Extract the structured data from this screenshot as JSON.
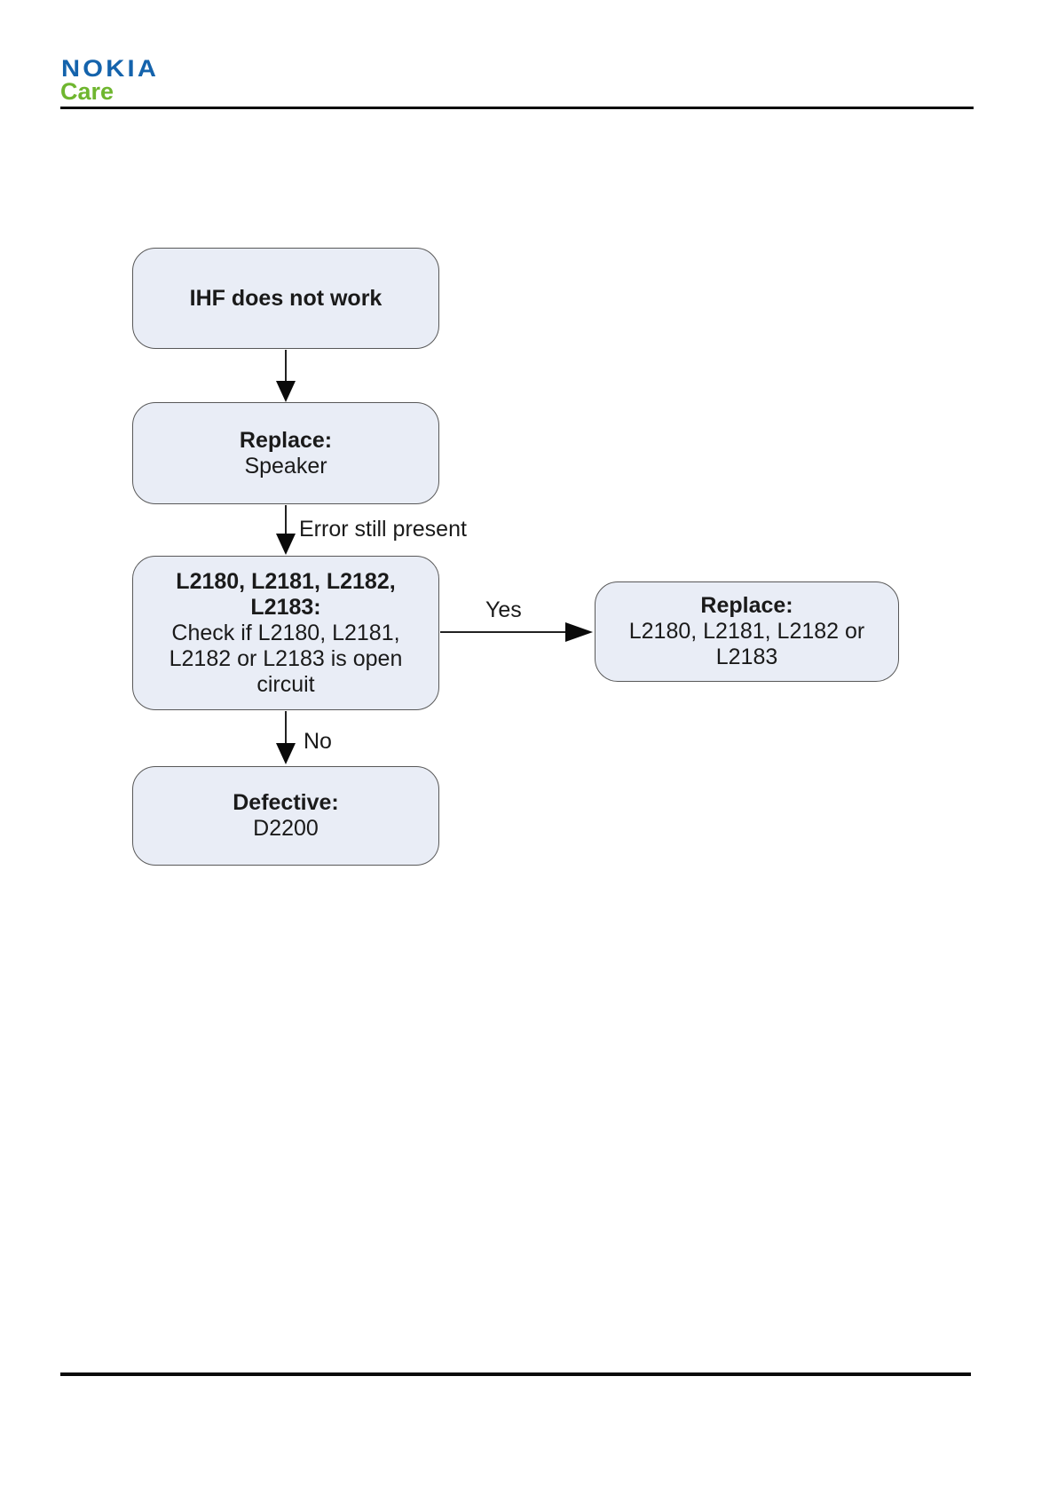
{
  "header": {
    "brand": "NOKIA",
    "sub_brand": "Care"
  },
  "flowchart": {
    "nodes": [
      {
        "title": "IHF does not work",
        "body": ""
      },
      {
        "title": "Replace:",
        "body": "Speaker"
      },
      {
        "title": "L2180, L2181, L2182, L2183:",
        "body": "Check if L2180, L2181, L2182 or L2183 is open circuit"
      },
      {
        "title": "Replace:",
        "body": "L2180, L2181, L2182 or L2183"
      },
      {
        "title": "Defective:",
        "body": "D2200"
      }
    ],
    "edge_labels": {
      "error_still_present": "Error still present",
      "yes": "Yes",
      "no": "No"
    }
  },
  "colors": {
    "nokia_blue": "#1463AC",
    "care_green": "#6FB62F",
    "node_fill": "#E9EDF6",
    "node_border": "#585858"
  }
}
